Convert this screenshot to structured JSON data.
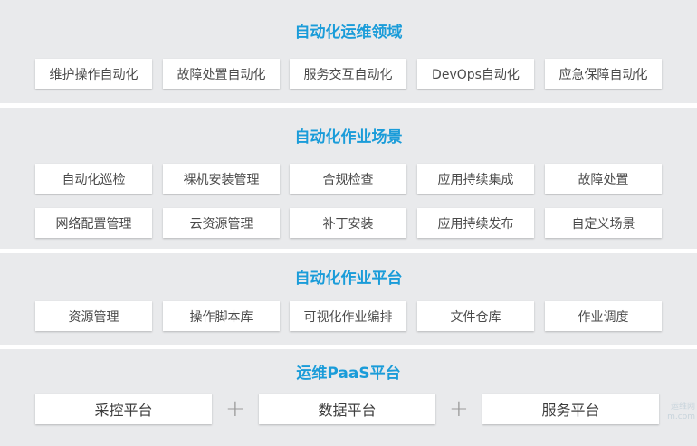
{
  "colors": {
    "band_background": "#e9eaec",
    "title": "#1a9cd9",
    "card_text": "#4a4a4a",
    "plus": "#9a9a9a"
  },
  "section1": {
    "title": "自动化运维领域",
    "items": [
      "维护操作自动化",
      "故障处置自动化",
      "服务交互自动化",
      "DevOps自动化",
      "应急保障自动化"
    ]
  },
  "section2": {
    "title": "自动化作业场景",
    "row1": [
      "自动化巡检",
      "裸机安装管理",
      "合规检查",
      "应用持续集成",
      "故障处置"
    ],
    "row2": [
      "网络配置管理",
      "云资源管理",
      "补丁安装",
      "应用持续发布",
      "自定义场景"
    ]
  },
  "section3": {
    "title": "自动化作业平台",
    "items": [
      "资源管理",
      "操作脚本库",
      "可视化作业编排",
      "文件仓库",
      "作业调度"
    ]
  },
  "section4": {
    "title": "运维PaaS平台",
    "items": [
      "采控平台",
      "数据平台",
      "服务平台"
    ],
    "plus_symbol": "+"
  },
  "watermark": {
    "line1": "运维网",
    "line2": "m.com"
  }
}
